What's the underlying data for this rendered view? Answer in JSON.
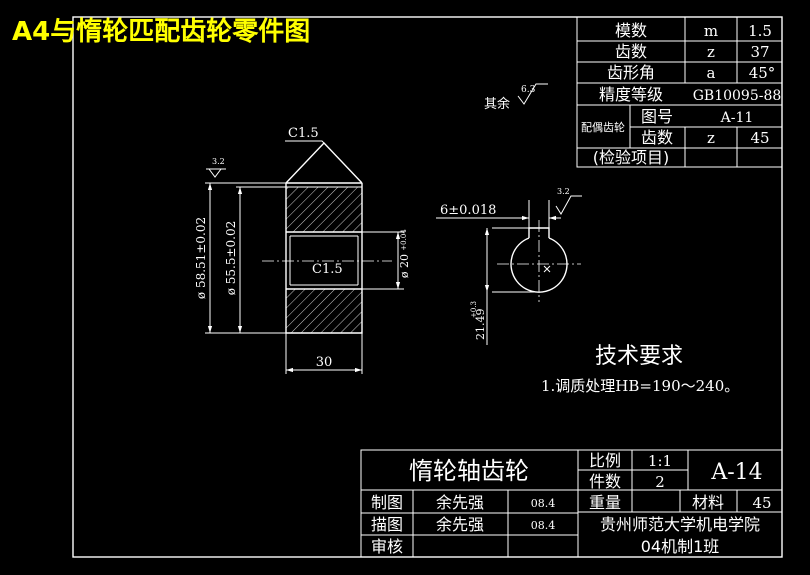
{
  "title": "A4与惰轮匹配齿轮零件图",
  "colors": {
    "background": "#000000",
    "lines": "#ffffff",
    "title": "#ffff00"
  },
  "param_table": {
    "rows": [
      {
        "label": "模数",
        "symbol": "m",
        "value": "1.5"
      },
      {
        "label": "齿数",
        "symbol": "z",
        "value": "37"
      },
      {
        "label": "齿形角",
        "symbol": "a",
        "value": "45°"
      },
      {
        "label": "精度等级",
        "value": "GB10095-88"
      }
    ],
    "mating_label": "配偶齿轮",
    "mating_rows": [
      {
        "label": "图号",
        "value": "A-11"
      },
      {
        "label": "齿数",
        "symbol": "z",
        "value": "45"
      }
    ],
    "inspection": "(检验项目)"
  },
  "surface": {
    "rest_label": "其余",
    "rest_value": "6.3",
    "roughness": "3.2",
    "roughness_key": "3.2"
  },
  "dimensions": {
    "chamfer_top": "C1.5",
    "chamfer_bore": "C1.5",
    "outer_diameter": "ø 58.51±0.02",
    "inner_diameter": "ø 55.5±0.02",
    "bore_diameter": "ø 20",
    "bore_tolerance": "+0.04",
    "width": "30",
    "keyway_width": "6±0.018",
    "keyway_depth": "21.49",
    "keyway_tolerance": "+0.3"
  },
  "requirements": {
    "heading": "技术要求",
    "items": [
      "1.调质处理HB=190～240。"
    ]
  },
  "title_block": {
    "part_name": "惰轮轴齿轮",
    "scale_label": "比例",
    "scale_value": "1:1",
    "qty_label": "件数",
    "qty_value": "2",
    "drawing_number": "A-14",
    "weight_label": "重量",
    "material_label": "材料",
    "material_value": "45",
    "rows": [
      {
        "role": "制图",
        "name": "余先强",
        "date": "08.4"
      },
      {
        "role": "描图",
        "name": "余先强",
        "date": "08.4"
      },
      {
        "role": "审核",
        "name": "",
        "date": ""
      }
    ],
    "institution": "贵州师范大学机电学院",
    "class_name": "04机制1班"
  }
}
